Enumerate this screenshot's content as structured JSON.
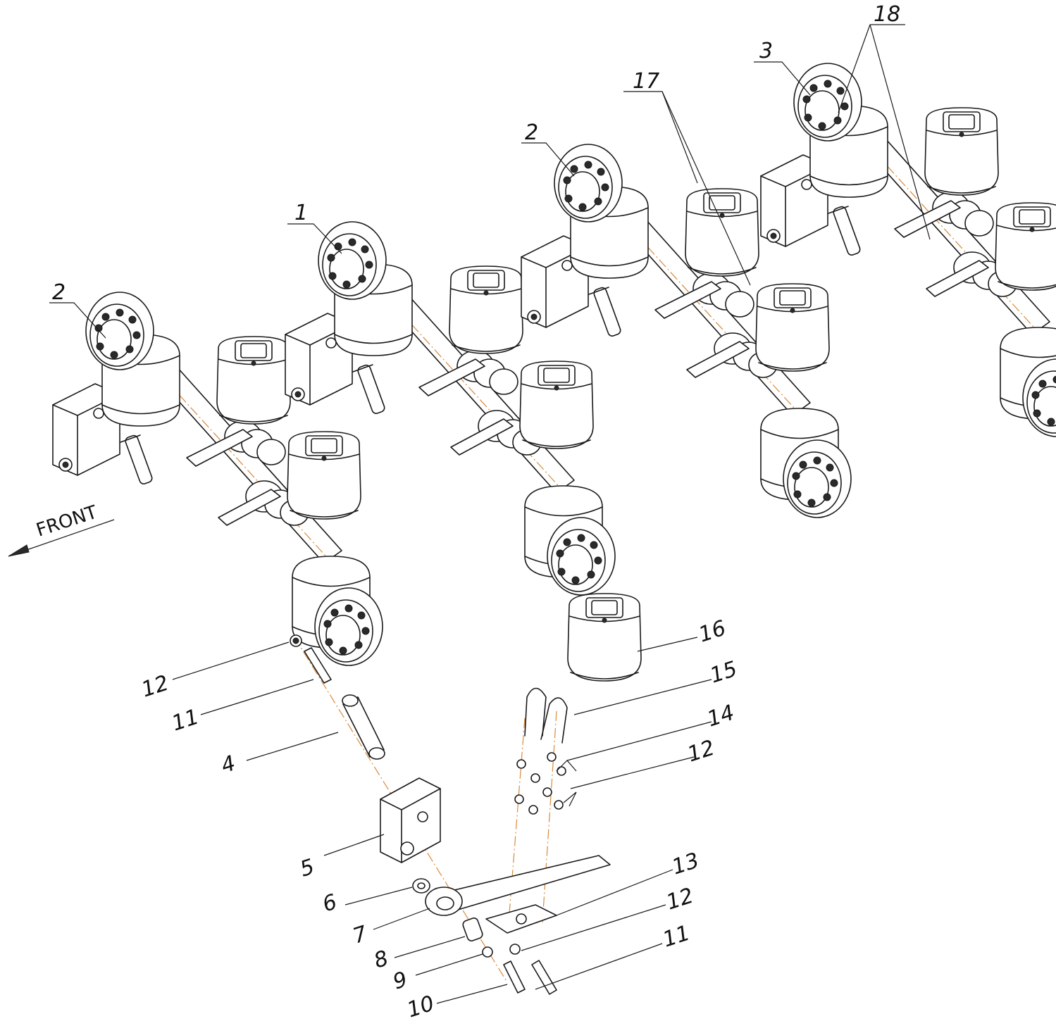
{
  "drawing": {
    "direction_label": "FRONT",
    "callouts": {
      "c1": "1",
      "c2a": "2",
      "c2b": "2",
      "c3": "3",
      "c4": "4",
      "c5": "5",
      "c6": "6",
      "c7": "7",
      "c8": "8",
      "c9": "9",
      "c10": "10",
      "c11a": "11",
      "c11b": "11",
      "c12a": "12",
      "c12b": "12",
      "c12c": "12",
      "c13": "13",
      "c14": "14",
      "c15": "15",
      "c16": "16",
      "c17": "17",
      "c18": "18"
    }
  }
}
